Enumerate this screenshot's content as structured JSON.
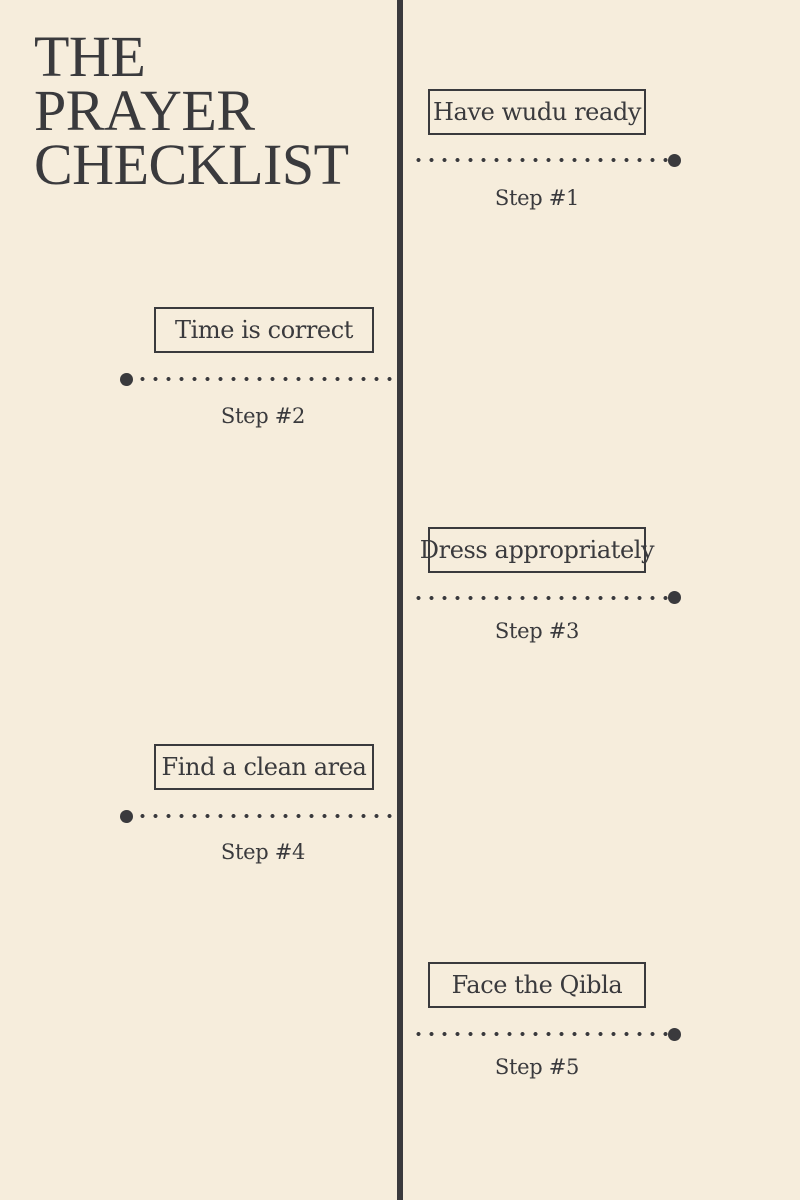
{
  "title": {
    "line1": "THE",
    "line2": "PRAYER",
    "line3": "CHECKLIST"
  },
  "steps": [
    {
      "text": "Have wudu ready",
      "label": "Step #1",
      "side": "right"
    },
    {
      "text": "Time is correct",
      "label": "Step #2",
      "side": "left"
    },
    {
      "text": "Dress appropriately",
      "label": "Step #3",
      "side": "right"
    },
    {
      "text": "Find a clean area",
      "label": "Step #4",
      "side": "left"
    },
    {
      "text": "Face the Qibla",
      "label": "Step #5",
      "side": "right"
    }
  ],
  "colors": {
    "background": "#f6eddc",
    "ink": "#3a3a3d"
  }
}
